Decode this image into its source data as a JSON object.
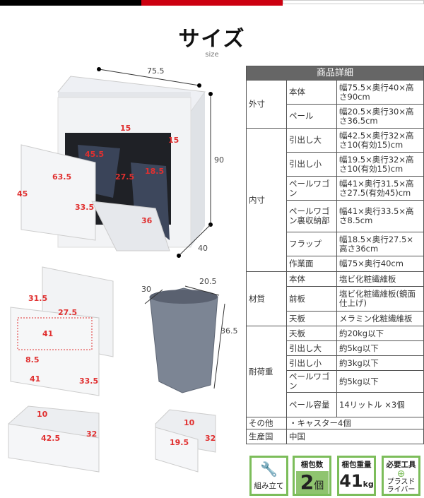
{
  "header": {
    "title": "サイズ",
    "subtitle": "size",
    "colors": [
      "#000000",
      "#cc0010",
      "#dddddd"
    ]
  },
  "main_diagram": {
    "width": "75.5",
    "height": "90",
    "depth": "40",
    "labels": [
      "15",
      "15",
      "45.5",
      "63.5",
      "27.5",
      "18.5",
      "45",
      "33.5",
      "36"
    ]
  },
  "wagon_diagram": {
    "labels": [
      "31.5",
      "27.5",
      "41",
      "8.5",
      "41",
      "33.5"
    ]
  },
  "pail_diagram": {
    "dims": [
      "30",
      "20.5",
      "36.5"
    ]
  },
  "drawer_large": {
    "labels": [
      "10",
      "42.5",
      "32"
    ]
  },
  "drawer_small": {
    "labels": [
      "10",
      "19.5",
      "32"
    ]
  },
  "table": {
    "header": "商品詳細",
    "groups": [
      {
        "label": "外寸",
        "rows": [
          [
            "本体",
            "幅75.5×奥行40×高さ90cm"
          ],
          [
            "ペール",
            "幅20.5×奥行30×高さ36.5cm"
          ]
        ]
      },
      {
        "label": "内寸",
        "rows": [
          [
            "引出し大",
            "幅42.5×奥行32×高さ10(有効15)cm"
          ],
          [
            "引出し小",
            "幅19.5×奥行32×高さ10(有効15)cm"
          ],
          [
            "ペールワゴン",
            "幅41×奥行31.5×高さ27.5(有効45)cm"
          ],
          [
            "ペールワゴン裏収納部",
            "幅41×奥行33.5×高さ8.5cm"
          ],
          [
            "フラップ",
            "幅18.5×奥行27.5×高さ36cm"
          ],
          [
            "作業面",
            "幅75×奥行40cm"
          ]
        ]
      },
      {
        "label": "材質",
        "rows": [
          [
            "本体",
            "塩ビ化粧繊維板"
          ],
          [
            "前板",
            "塩ビ化粧繊維板(鏡面仕上げ)"
          ],
          [
            "天板",
            "メラミン化粧繊維板"
          ]
        ]
      },
      {
        "label": "耐荷重",
        "rows": [
          [
            "天板",
            "約20kg以下"
          ],
          [
            "引出し大",
            "約5kg以下"
          ],
          [
            "引出し小",
            "約3kg以下"
          ],
          [
            "ペールワゴン",
            "約5kg以下"
          ],
          [
            "ペール容量",
            "14リットル ×3個"
          ]
        ]
      }
    ],
    "other": {
      "label": "その他",
      "value": "・キャスター4個"
    },
    "origin": {
      "label": "生産国",
      "value": "中国"
    }
  },
  "badges": [
    {
      "title": "",
      "value": "組み立て",
      "icon": "tools-icon"
    },
    {
      "title": "梱包数",
      "value": "2",
      "unit": "個",
      "icon": "box-icon"
    },
    {
      "title": "梱包重量",
      "value": "41",
      "unit": "kg",
      "icon": "scale-icon"
    },
    {
      "title": "必要工具",
      "value": "プラスドライバー",
      "icon": "screwdriver-icon"
    }
  ]
}
